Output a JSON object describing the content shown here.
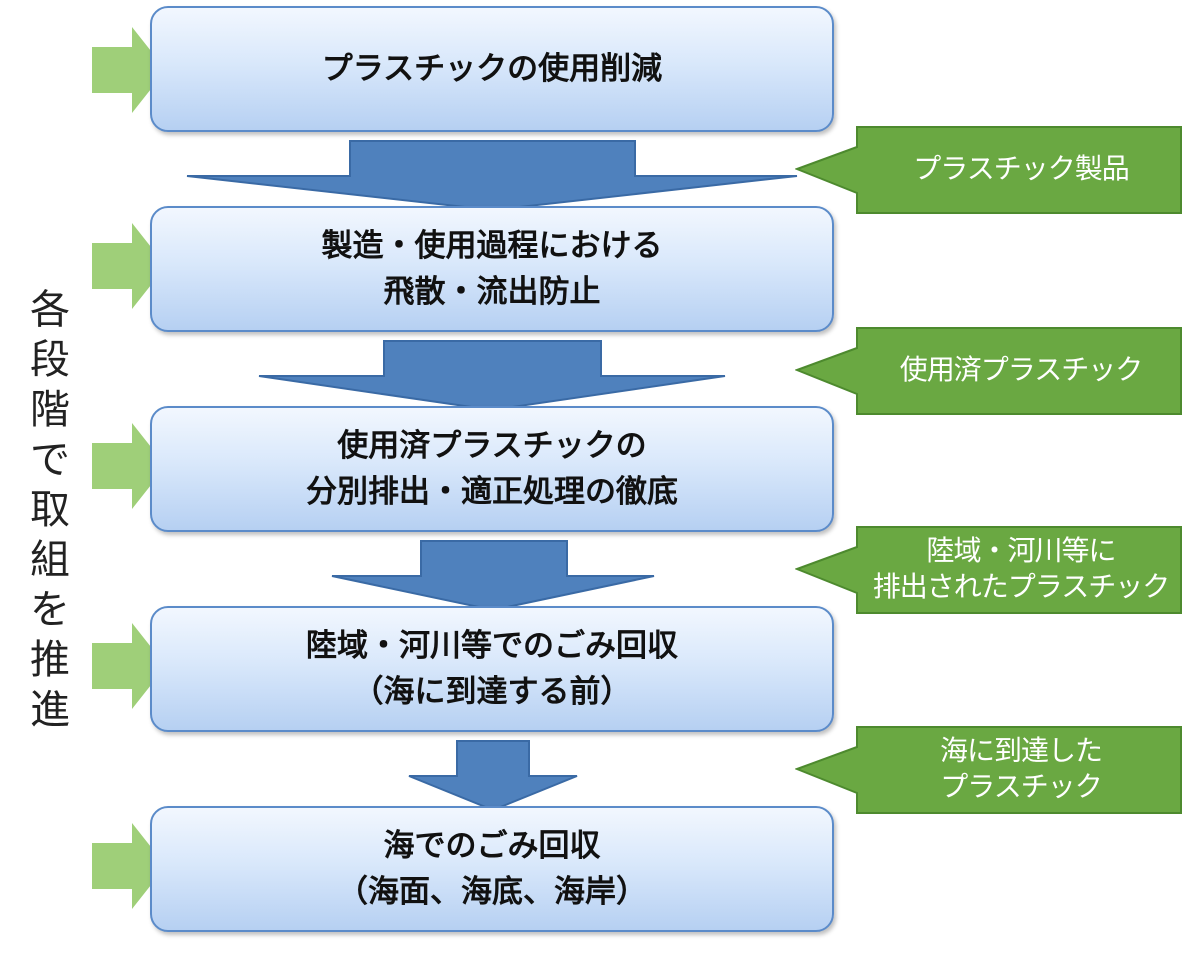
{
  "side_label": "各\n段\n階\nで\n取\n組\nを\n推\n進",
  "stages": [
    {
      "lines": [
        "プラスチックの使用削減"
      ]
    },
    {
      "lines": [
        "製造・使用過程における",
        "飛散・流出防止"
      ]
    },
    {
      "lines": [
        "使用済プラスチックの",
        "分別排出・適正処理の徹底"
      ]
    },
    {
      "lines": [
        "陸域・河川等でのごみ回収",
        "（海に到達する前）"
      ]
    },
    {
      "lines": [
        "海でのごみ回収",
        "（海面、海底、海岸）"
      ]
    }
  ],
  "callouts": [
    {
      "lines": [
        "プラスチック製品"
      ]
    },
    {
      "lines": [
        "使用済プラスチック"
      ]
    },
    {
      "lines": [
        "陸域・河川等に",
        "排出されたプラスチック"
      ]
    },
    {
      "lines": [
        "海に到達した",
        "プラスチック"
      ]
    }
  ],
  "colors": {
    "stage_border": "#5b8bc9",
    "down_arrow_fill": "#4f81bd",
    "down_arrow_stroke": "#3a6aa5",
    "green_arrow": "#9fcf79",
    "callout_fill": "#6aa842",
    "callout_stroke": "#4d8a2e"
  }
}
